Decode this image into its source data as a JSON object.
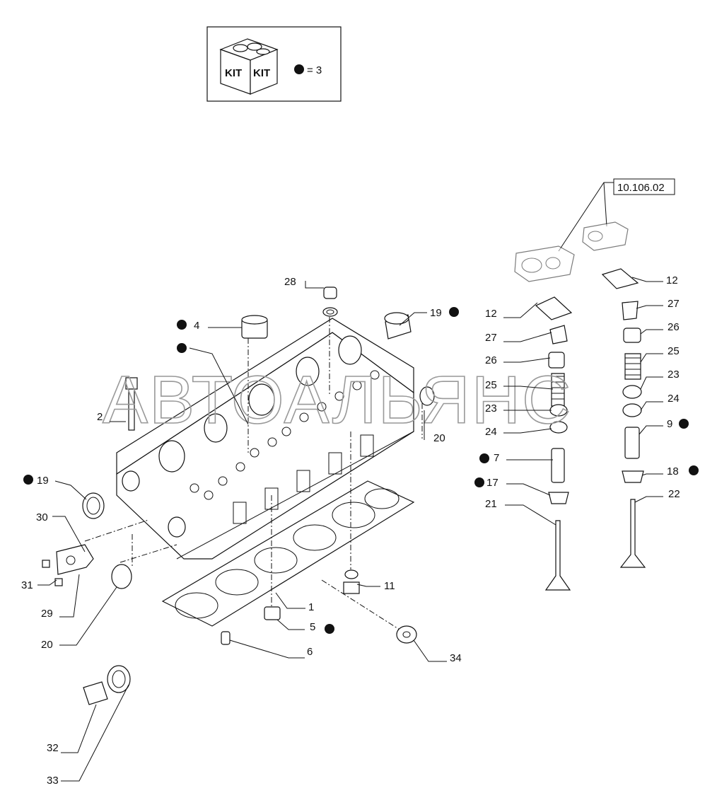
{
  "kit_box": {
    "kit_label_left": "KIT",
    "kit_label_right": "KIT",
    "legend_text": "= 3"
  },
  "reference": "10.106.02",
  "watermark": "АВТОАЛЬЯНС",
  "callouts": {
    "c1": "1",
    "c2": "2",
    "c4": "4",
    "c5": "5",
    "c6": "6",
    "c7": "7",
    "c9": "9",
    "c11": "11",
    "c12a": "12",
    "c12b": "12",
    "c17": "17",
    "c18": "18",
    "c19a": "19",
    "c19b": "19",
    "c20a": "20",
    "c20b": "20",
    "c21": "21",
    "c22": "22",
    "c23a": "23",
    "c23b": "23",
    "c24a": "24",
    "c24b": "24",
    "c25a": "25",
    "c25b": "25",
    "c26a": "26",
    "c26b": "26",
    "c27a": "27",
    "c27b": "27",
    "c28": "28",
    "c29": "29",
    "c30": "30",
    "c31": "31",
    "c32": "32",
    "c33": "33",
    "c34": "34"
  }
}
